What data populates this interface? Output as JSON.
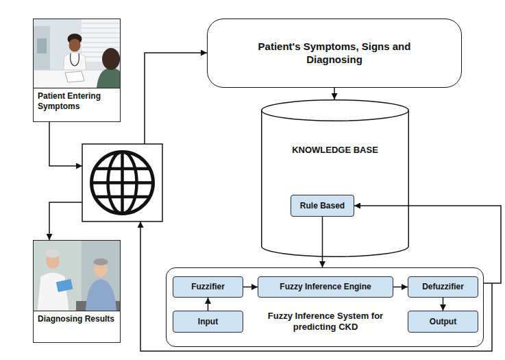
{
  "diagram": {
    "nodes": [
      {
        "text": [
          "Patient Entering Symptoms"
        ]
      },
      {
        "text": [
          "Patient's Symptoms, Signs and Diagnosing"
        ]
      },
      {
        "text": [
          "KNOWLEDGE BASE"
        ]
      },
      {
        "text": [
          "Rule Based"
        ],
        "in": 2
      },
      {
        "text": [
          "Fuzzy Inference System for predicting CKD"
        ]
      },
      {
        "text": [
          "Fuzzifier"
        ],
        "in": 4
      },
      {
        "text": [
          "Fuzzy Inference Engine"
        ],
        "in": 4
      },
      {
        "text": [
          "Defuzzifier"
        ],
        "in": 4
      },
      {
        "text": [
          "Input"
        ],
        "in": 4
      },
      {
        "text": [
          "Output"
        ],
        "in": 4
      },
      {
        "text": [
          "Diagnosing Results"
        ]
      }
    ],
    "edges": [
      {
        "from": 1,
        "to": 2,
        "arrow": "to"
      },
      {
        "from": 3,
        "to": 4,
        "arrow": "to"
      },
      {
        "from": 8,
        "to": 5,
        "arrow": "to"
      },
      {
        "from": 5,
        "to": 6,
        "arrow": "to"
      },
      {
        "from": 6,
        "to": 7,
        "arrow": "to"
      },
      {
        "from": 7,
        "to": 9,
        "arrow": "to"
      },
      {
        "from": 4,
        "to": 3,
        "arrow": "to"
      }
    ]
  }
}
